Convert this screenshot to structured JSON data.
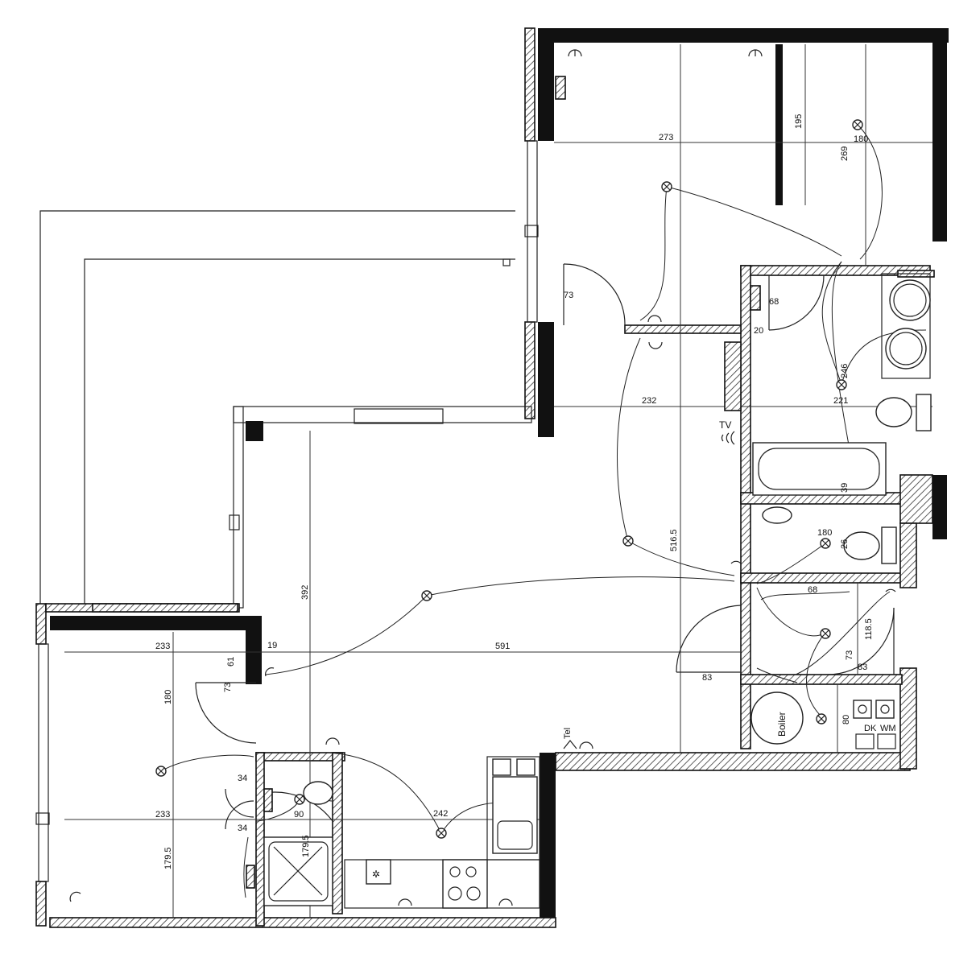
{
  "dimensions": {
    "d273": "273",
    "d195": "195",
    "d180a": "180",
    "d269": "269",
    "d73a": "73",
    "d68a": "68",
    "d20": "20",
    "d246": "246",
    "d232": "232",
    "d221": "221",
    "d39": "39",
    "d180b": "180",
    "d26": "26",
    "d5165": "516.5",
    "d392": "392",
    "d591": "591",
    "d19": "19",
    "d233a": "233",
    "d61": "61",
    "d73b": "73",
    "d180c": "180",
    "d68b": "68",
    "d1185": "118.5",
    "d73c": "73",
    "d83a": "83",
    "d83b": "83",
    "d80": "80",
    "d233b": "233",
    "d34a": "34",
    "d34b": "34",
    "d1795a": "179.5",
    "d90": "90",
    "d1795b": "179.5",
    "d242": "242"
  },
  "labels": {
    "tv": "TV",
    "tel": "Tel",
    "boiler": "Boiler",
    "dk": "DK",
    "wm": "WM"
  },
  "colors": {
    "wall": "#111111",
    "line": "#222222",
    "background": "#ffffff"
  },
  "icons": [
    "light-fixture-icon",
    "ceiling-outlet-icon",
    "socket-icon",
    "switch-icon",
    "sink-icon",
    "toilet-icon",
    "bathtub-icon",
    "shower-icon",
    "stove-icon",
    "fridge-icon",
    "boiler-icon",
    "washing-machine-icon",
    "dryer-icon",
    "tv-outlet-icon"
  ]
}
